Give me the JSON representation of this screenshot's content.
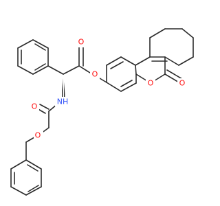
{
  "molecule": {
    "atom_labels": {
      "ester_carbonyl_o": "O",
      "ester_link_o": "O",
      "lactone_ring_o": "O",
      "lactone_carbonyl_o": "O",
      "carbamate_carbonyl_o": "O",
      "carbamate_ether_o": "O",
      "amide_nh": "NH"
    },
    "colors": {
      "bond": "#2b2b2b",
      "oxygen": "#ff0d0d",
      "nitrogen": "#3050f8"
    }
  }
}
